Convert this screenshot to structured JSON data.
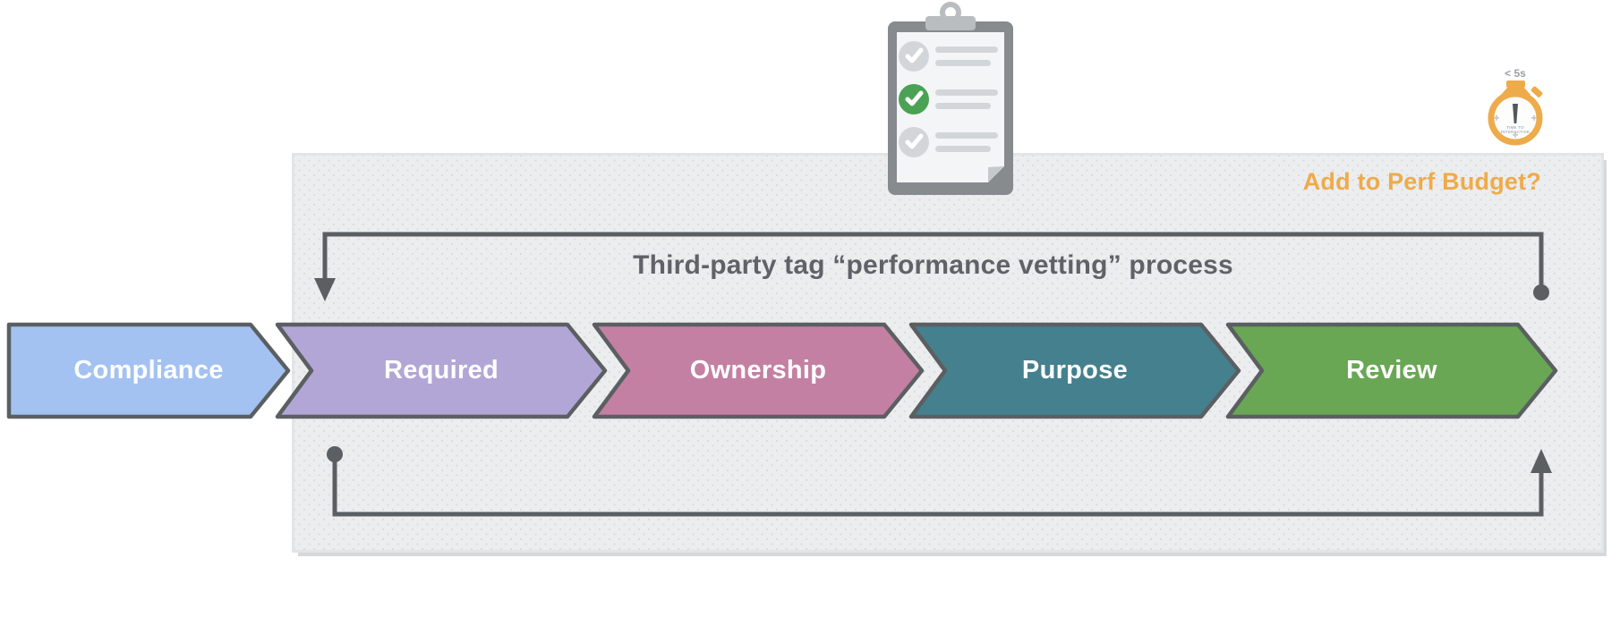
{
  "panel": {
    "title": "Third-party tag “performance vetting” process",
    "perf_budget_label": "Add to Perf Budget?",
    "background_color": "#ecedee"
  },
  "stages": [
    {
      "label": "Compliance",
      "color": "#a3c2f2"
    },
    {
      "label": "Required",
      "color": "#b2a6d7"
    },
    {
      "label": "Ownership",
      "color": "#c480a3"
    },
    {
      "label": "Purpose",
      "color": "#44808e"
    },
    {
      "label": "Review",
      "color": "#69a754"
    }
  ],
  "stopwatch": {
    "caption": "< 5s",
    "dial_line1": "TIME TO",
    "dial_line2": "INTERACTIVE",
    "ring_color": "#eeab4a"
  },
  "clipboard": {
    "rows": [
      {
        "check": "gray",
        "color": "#d3d6d8"
      },
      {
        "check": "green",
        "color": "#4ba254"
      },
      {
        "check": "gray",
        "color": "#d3d6d8"
      }
    ],
    "board_color": "#878b8e",
    "paper_color": "#f4f5f6"
  },
  "colors": {
    "outline": "#5b5f62",
    "accent_orange": "#eeab4a",
    "title_text": "#5f6368"
  },
  "icons": {
    "clipboard": "checklist-clipboard-icon",
    "stopwatch": "stopwatch-icon",
    "checkmark": "check-icon"
  }
}
